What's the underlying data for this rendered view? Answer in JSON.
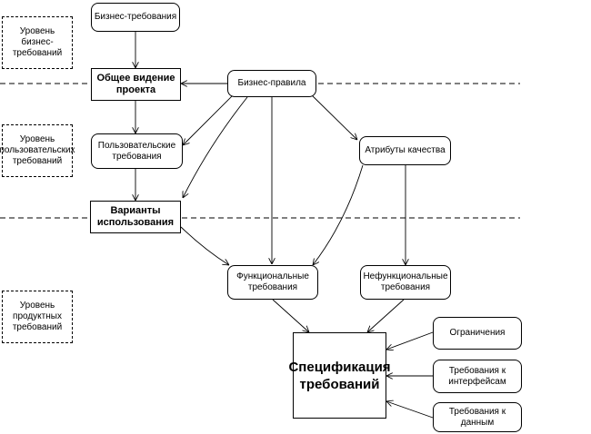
{
  "levels": {
    "business": "Уровень бизнес-\nтребований",
    "user": "Уровень\nпользовательских\nтребований",
    "product": "Уровень\nпродуктных\nтребований"
  },
  "nodes": {
    "business_requirements": "Бизнес-требования",
    "project_vision": "Общее видение\nпроекта",
    "business_rules": "Бизнес-правила",
    "user_requirements": "Пользовательские\nтребования",
    "quality_attributes": "Атрибуты качества",
    "use_cases": "Варианты\nиспользования",
    "functional_requirements": "Функциональные\nтребования",
    "nonfunctional_requirements": "Нефункциональные\nтребования",
    "constraints": "Ограничения",
    "requirements_specification": "Спецификация\nтребований",
    "interface_requirements": "Требования к\nинтерфейсам",
    "data_requirements": "Требования к данным"
  },
  "colors": {
    "line": "#000000",
    "background": "#ffffff"
  }
}
